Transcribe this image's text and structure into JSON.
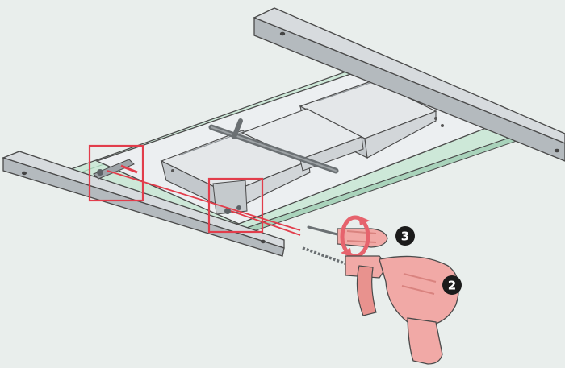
{
  "diagram": {
    "steps": [
      {
        "number": "2",
        "tool": "drill-icon"
      },
      {
        "number": "3",
        "tool": "screwdriver-icon"
      }
    ],
    "highlights": [
      "bracket-left-highlight",
      "bracket-right-highlight"
    ],
    "colors": {
      "background": "#e9eeec",
      "rail": "#d7dbde",
      "rail_side": "#b4babe",
      "outline": "#4a4a4a",
      "glass": "#cde8d8",
      "tray": "#e4e7e9",
      "tray_shadow": "#c3c8cc",
      "handle": "#6b7073",
      "highlight": "#e23d4b",
      "tool": "#f1a9a6",
      "tool_dark": "#d9837f",
      "badge": "#1b1b1b"
    }
  }
}
